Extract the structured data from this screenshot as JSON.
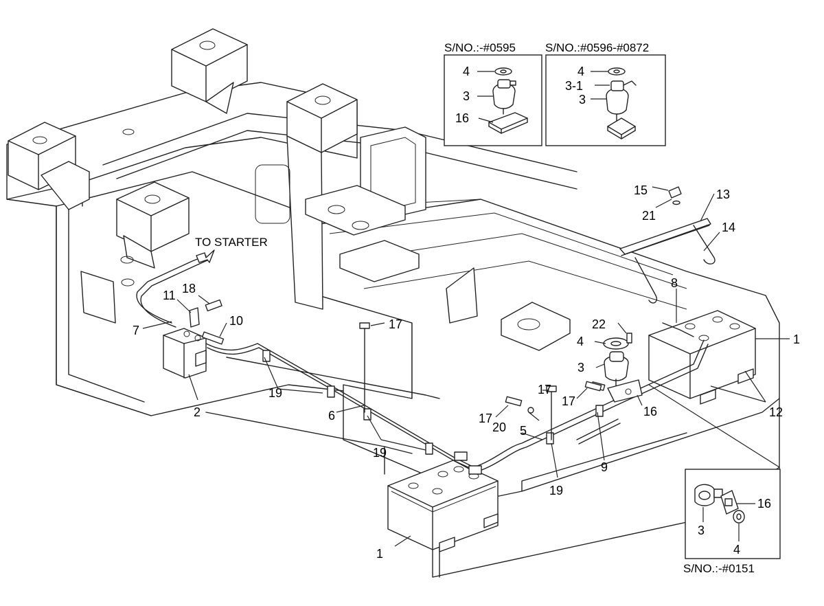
{
  "captions": {
    "sn_0595": "S/NO.:-#0595",
    "sn_0596_0872": "S/NO.:#0596-#0872",
    "sn_0151": "S/NO.:-#0151",
    "to_starter": "TO STARTER"
  },
  "callouts": {
    "battery_front": "1",
    "battery_rear": "1",
    "relay": "2",
    "switch_main": "3",
    "switch_inset_a": "3",
    "switch_inset_b": "3",
    "switch_inset_c": "3",
    "key_inset_b": "3-1",
    "nut_main": "4",
    "nut_inset_a": "4",
    "nut_inset_b": "4",
    "nut_inset_c": "4",
    "cable_5": "5",
    "cable_6": "6",
    "cable_7": "7",
    "cable_8": "8",
    "cable_9": "9",
    "cable_10": "10",
    "cable_11": "11",
    "supports_12": "12",
    "holder_13": "13",
    "rod_14": "14",
    "nut_15": "15",
    "bracket_main": "16",
    "bracket_inset_a": "16",
    "bracket_inset_c": "16",
    "bolt_17_a": "17",
    "bolt_17_b": "17",
    "bolt_17_c": "17",
    "bolt_17_d": "17",
    "bolt_18": "18",
    "clip_19_a": "19",
    "clip_19_b": "19",
    "clip_19_c": "19",
    "washer_20": "20",
    "washer_21": "21",
    "bolt_22": "22"
  }
}
